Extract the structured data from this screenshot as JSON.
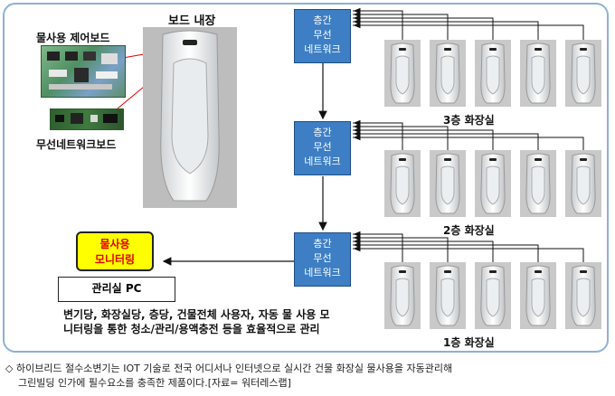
{
  "labels": {
    "board_title": "보드 내장",
    "control_board": "물사용 제어보드",
    "wireless_board": "무선네트워크보드",
    "floor3": "3층 화장실",
    "floor2": "2층 화장실",
    "floor1": "1층 화장실"
  },
  "network_box": {
    "line1": "층간",
    "line2": "무선",
    "line3": "네트워크"
  },
  "monitor": {
    "line1": "물사용",
    "line2": "모니터링"
  },
  "pc_label": "관리실 PC",
  "description": {
    "line1": "변기당, 화장실당, 층당, 건물전체 사용자, 자동 물 사용 모",
    "line2": "니터링을 통한 청소/관리/용액충전 등을 효율적으로 관리"
  },
  "caption": {
    "line1": "◇ 하이브리드 절수소변기는 IOT 기술로 전국 어디서나 인터넷으로 실시간 건물 화장실 물사용을 자동관리해",
    "line2": "그린빌딩 인가에 필수요소를 충족한 제품이다.[자료= 워터레스랩]"
  },
  "colors": {
    "network_box": "#3d7ec4",
    "monitor_fill": "#ffff00",
    "monitor_text": "#e00000",
    "frame": "#8fb0d2",
    "red_line": "#e00000"
  }
}
